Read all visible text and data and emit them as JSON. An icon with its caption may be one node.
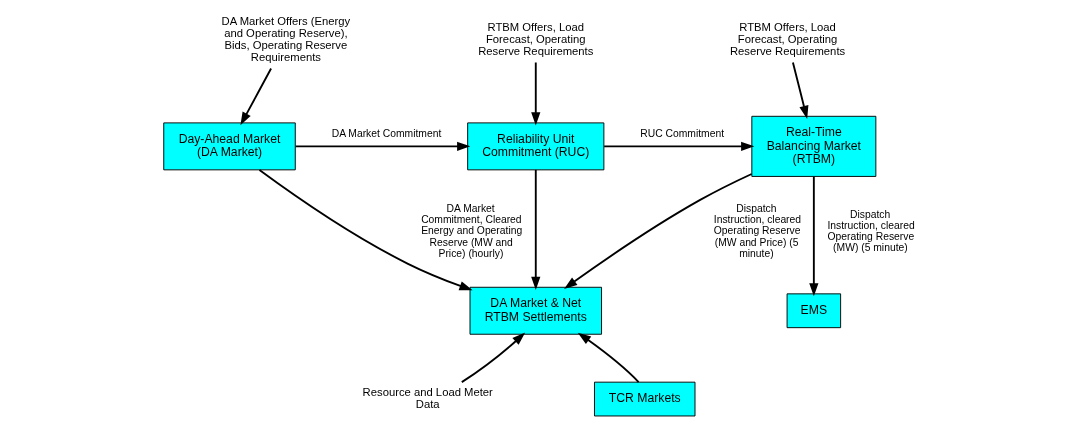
{
  "diagram": {
    "nodes": [
      {
        "text": [
          "Day-Ahead Market (DA Market)"
        ]
      },
      {
        "text": [
          "Reliability Unit Commitment (RUC)"
        ]
      },
      {
        "text": [
          "Real-Time Balancing Market (RTBM)"
        ]
      },
      {
        "text": [
          "DA Market & Net RTBM Settlements"
        ]
      },
      {
        "text": [
          "EMS"
        ]
      },
      {
        "text": [
          "TCR Markets"
        ]
      },
      {
        "text": [
          "DA Market Offers (Energy and Operating Reserve), Bids, Operating Reserve Requirements"
        ]
      },
      {
        "text": [
          "RTBM Offers, Load Forecast, Operating Reserve Requirements"
        ]
      },
      {
        "text": [
          "RTBM Offers, Load Forecast, Operating Reserve Requirements"
        ]
      },
      {
        "text": [
          "Resource and Load Meter Data"
        ]
      }
    ],
    "edges": [
      {
        "from": 6,
        "to": 0,
        "arrow": "to"
      },
      {
        "from": 7,
        "to": 1,
        "arrow": "to"
      },
      {
        "from": 8,
        "to": 2,
        "arrow": "to"
      },
      {
        "from": 0,
        "to": 1,
        "arrow": "to",
        "label": "DA Market Commitment"
      },
      {
        "from": 1,
        "to": 2,
        "arrow": "to",
        "label": "RUC Commitment"
      },
      {
        "from": 1,
        "to": 3,
        "arrow": "to"
      },
      {
        "from": 0,
        "to": 3,
        "arrow": "to",
        "label": "DA Market Commitment, Cleared Energy and Operating Reserve (MW and Price) (hourly)"
      },
      {
        "from": 2,
        "to": 3,
        "arrow": "to",
        "label": "Dispatch Instruction, cleared Operating Reserve (MW and Price) (5 minute)"
      },
      {
        "from": 2,
        "to": 4,
        "arrow": "to",
        "label": "Dispatch Instruction, cleared Operating Reserve (MW) (5 minute)"
      },
      {
        "from": 9,
        "to": 3,
        "arrow": "to"
      },
      {
        "from": 5,
        "to": 3,
        "arrow": "to"
      }
    ]
  }
}
